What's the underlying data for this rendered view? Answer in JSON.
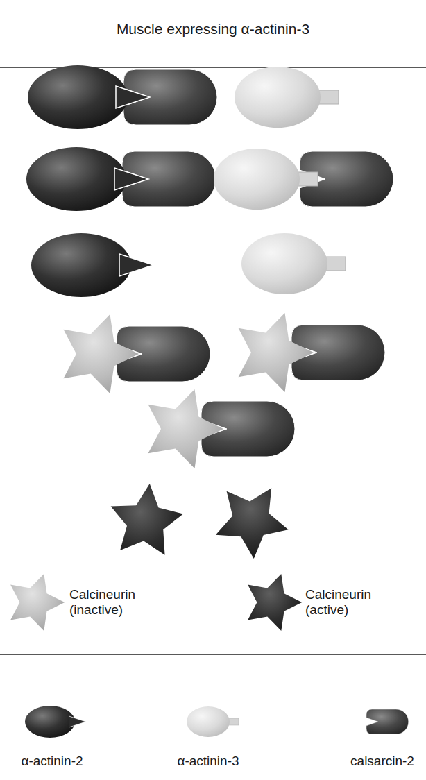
{
  "diagram": {
    "title": "Muscle expressing α-actinin-3",
    "legend": [
      {
        "text": "Calcineurin (inactive)"
      },
      {
        "text": "Calcineurin (active)"
      },
      {
        "text": "α-actinin-2"
      },
      {
        "text": "α-actinin-3"
      },
      {
        "text": "calsarcin-2"
      }
    ]
  }
}
